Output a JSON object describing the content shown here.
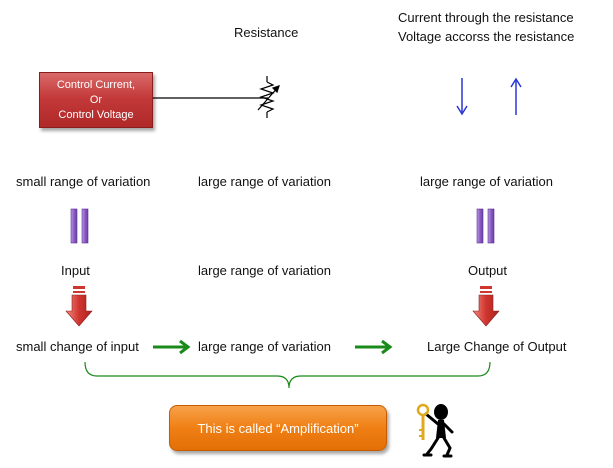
{
  "control_box": {
    "lines": [
      "Control Current,",
      "Or",
      "Control Voltage"
    ]
  },
  "resistance_label": "Resistance",
  "current_label": "Current through the resistance",
  "voltage_label": "Voltage accorss the resistance",
  "row1": {
    "left": "small range of variation",
    "middle": "large range of variation",
    "right": "large range of variation"
  },
  "row2": {
    "left": "Input",
    "middle": "large range of variation",
    "right": "Output"
  },
  "row3": {
    "left": "small change of input",
    "middle": "large range of variation",
    "right": "Large Change of Output"
  },
  "amplification_label": "This is called “Amplification”",
  "colors": {
    "control_box": "#c43a3a",
    "amplification_box": "#ef7f14",
    "green_arrow": "#1a8a1a",
    "blue_arrow": "#2a36d6",
    "red_arrow": "#d0352e",
    "purple_bars": "#8a5cc4"
  },
  "icons": [
    "variable-resistor-icon",
    "down-arrow-icon",
    "up-arrow-icon",
    "equals-icon",
    "red-down-arrow-icon",
    "green-right-arrow-icon",
    "brace-icon",
    "stick-figure-with-key-icon"
  ]
}
